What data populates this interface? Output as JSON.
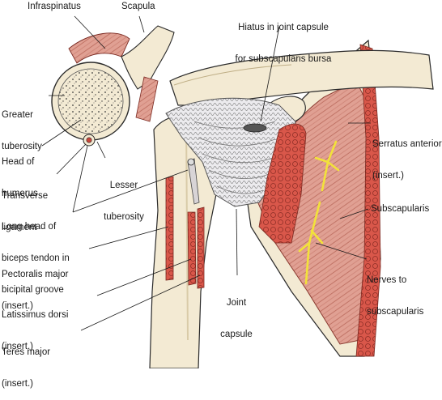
{
  "labels": {
    "infraspinatus": "Infraspinatus",
    "scapula": "Scapula",
    "hiatus_line1": "Hiatus in joint capsule",
    "hiatus_line2": "for subscapularis bursa",
    "greater_tuberosity_line1": "Greater",
    "greater_tuberosity_line2": "tuberosity",
    "serratus_line1": "Serratus anterior",
    "serratus_line2": "(insert.)",
    "head_humerus_line1": "Head of",
    "head_humerus_line2": "humerus",
    "lesser_tuberosity_line1": "Lesser",
    "lesser_tuberosity_line2": "tuberosity",
    "transverse_line1": "Transverse",
    "transverse_line2": "ligament",
    "subscapularis": "Subscapularis",
    "biceps_line1": "Long head of",
    "biceps_line2": "biceps tendon in",
    "biceps_line3": "bicipital groove",
    "pectoralis_line1": "Pectoralis major",
    "pectoralis_line2": "(insert.)",
    "nerves_line1": "Nerves to",
    "nerves_line2": "subscapularis",
    "joint_capsule_line1": "Joint",
    "joint_capsule_line2": "capsule",
    "latissimus_line1": "Latissimus dorsi",
    "latissimus_line2": "(insert.)",
    "teres_line1": "Teres major",
    "teres_line2": "(insert.)"
  },
  "colors": {
    "bone": "#f3ead3",
    "bone_shade": "#d9cba8",
    "muscle": "#d98c7c",
    "muscle_dark": "#b85a4c",
    "insertion": "#c8453a",
    "tendon": "#e9e6e6",
    "nerve": "#f2e23a",
    "outline": "#2a2a2a",
    "leader": "#1a1a1a"
  },
  "icons": {
    "humeral_head_cross_section": "bone-cross-section",
    "scapula": "bone",
    "muscle": "muscle-fibers"
  }
}
